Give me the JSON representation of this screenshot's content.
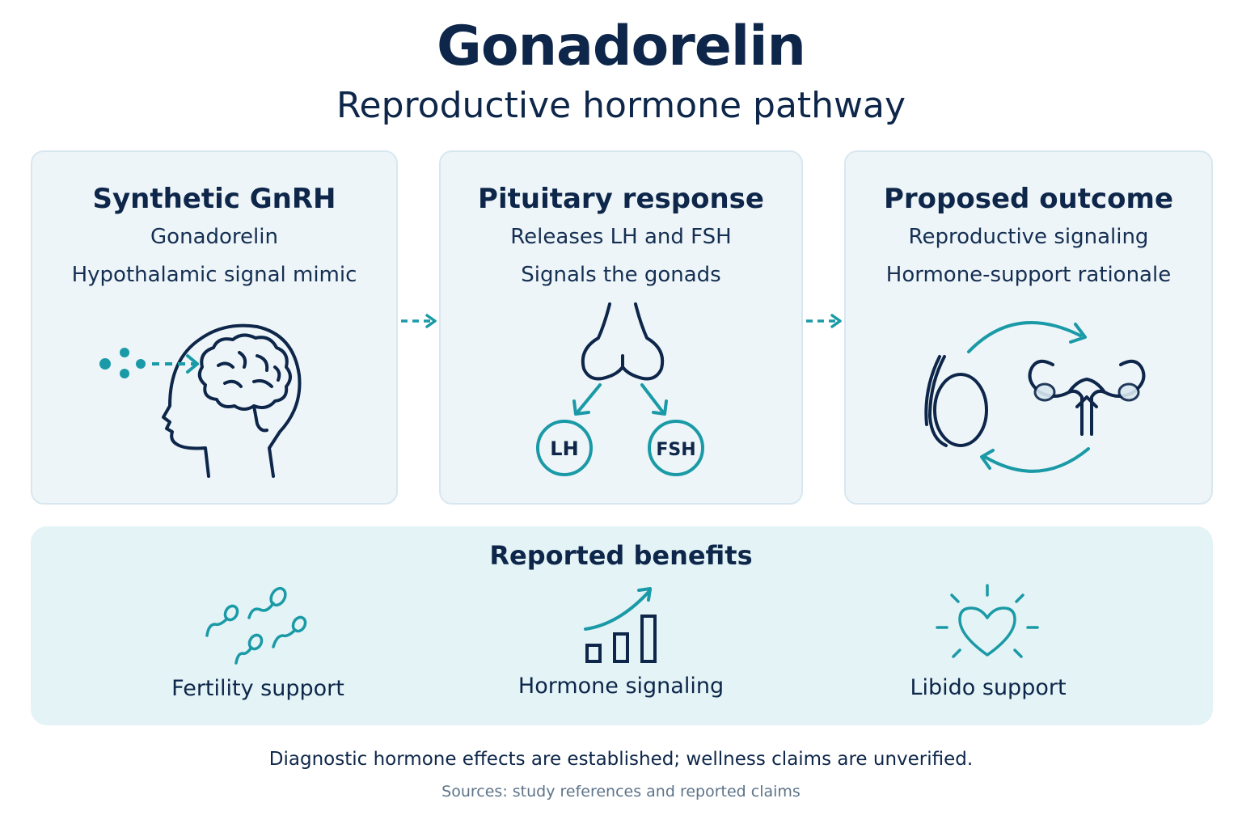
{
  "header": {
    "title": "Gonadorelin",
    "subtitle": "Reproductive hormone pathway"
  },
  "steps": [
    {
      "title": "Synthetic GnRH",
      "line1": "Gonadorelin",
      "line2": "Hypothalamic signal mimic",
      "icon": "brain-head-icon"
    },
    {
      "title": "Pituitary response",
      "line1": "Releases LH and FSH",
      "line2": "Signals the gonads",
      "icon": "pituitary-gland-icon",
      "badges": [
        "LH",
        "FSH"
      ]
    },
    {
      "title": "Proposed outcome",
      "line1": "Reproductive signaling",
      "line2": "Hormone-support rationale",
      "icon": "gonads-cycle-icon"
    }
  ],
  "benefits": {
    "title": "Reported benefits",
    "items": [
      {
        "label": "Fertility support",
        "icon": "sperm-icon"
      },
      {
        "label": "Hormone signaling",
        "icon": "growth-chart-icon"
      },
      {
        "label": "Libido support",
        "icon": "heart-icon"
      }
    ]
  },
  "footer": {
    "disclaimer": "Diagnostic hormone effects are established; wellness claims are unverified.",
    "sources": "Sources: study references and reported claims"
  },
  "colors": {
    "navy": "#0d2649",
    "teal": "#1a9aa6",
    "card_bg": "#eef5f9",
    "benefits_bg": "#e3f3f6"
  }
}
